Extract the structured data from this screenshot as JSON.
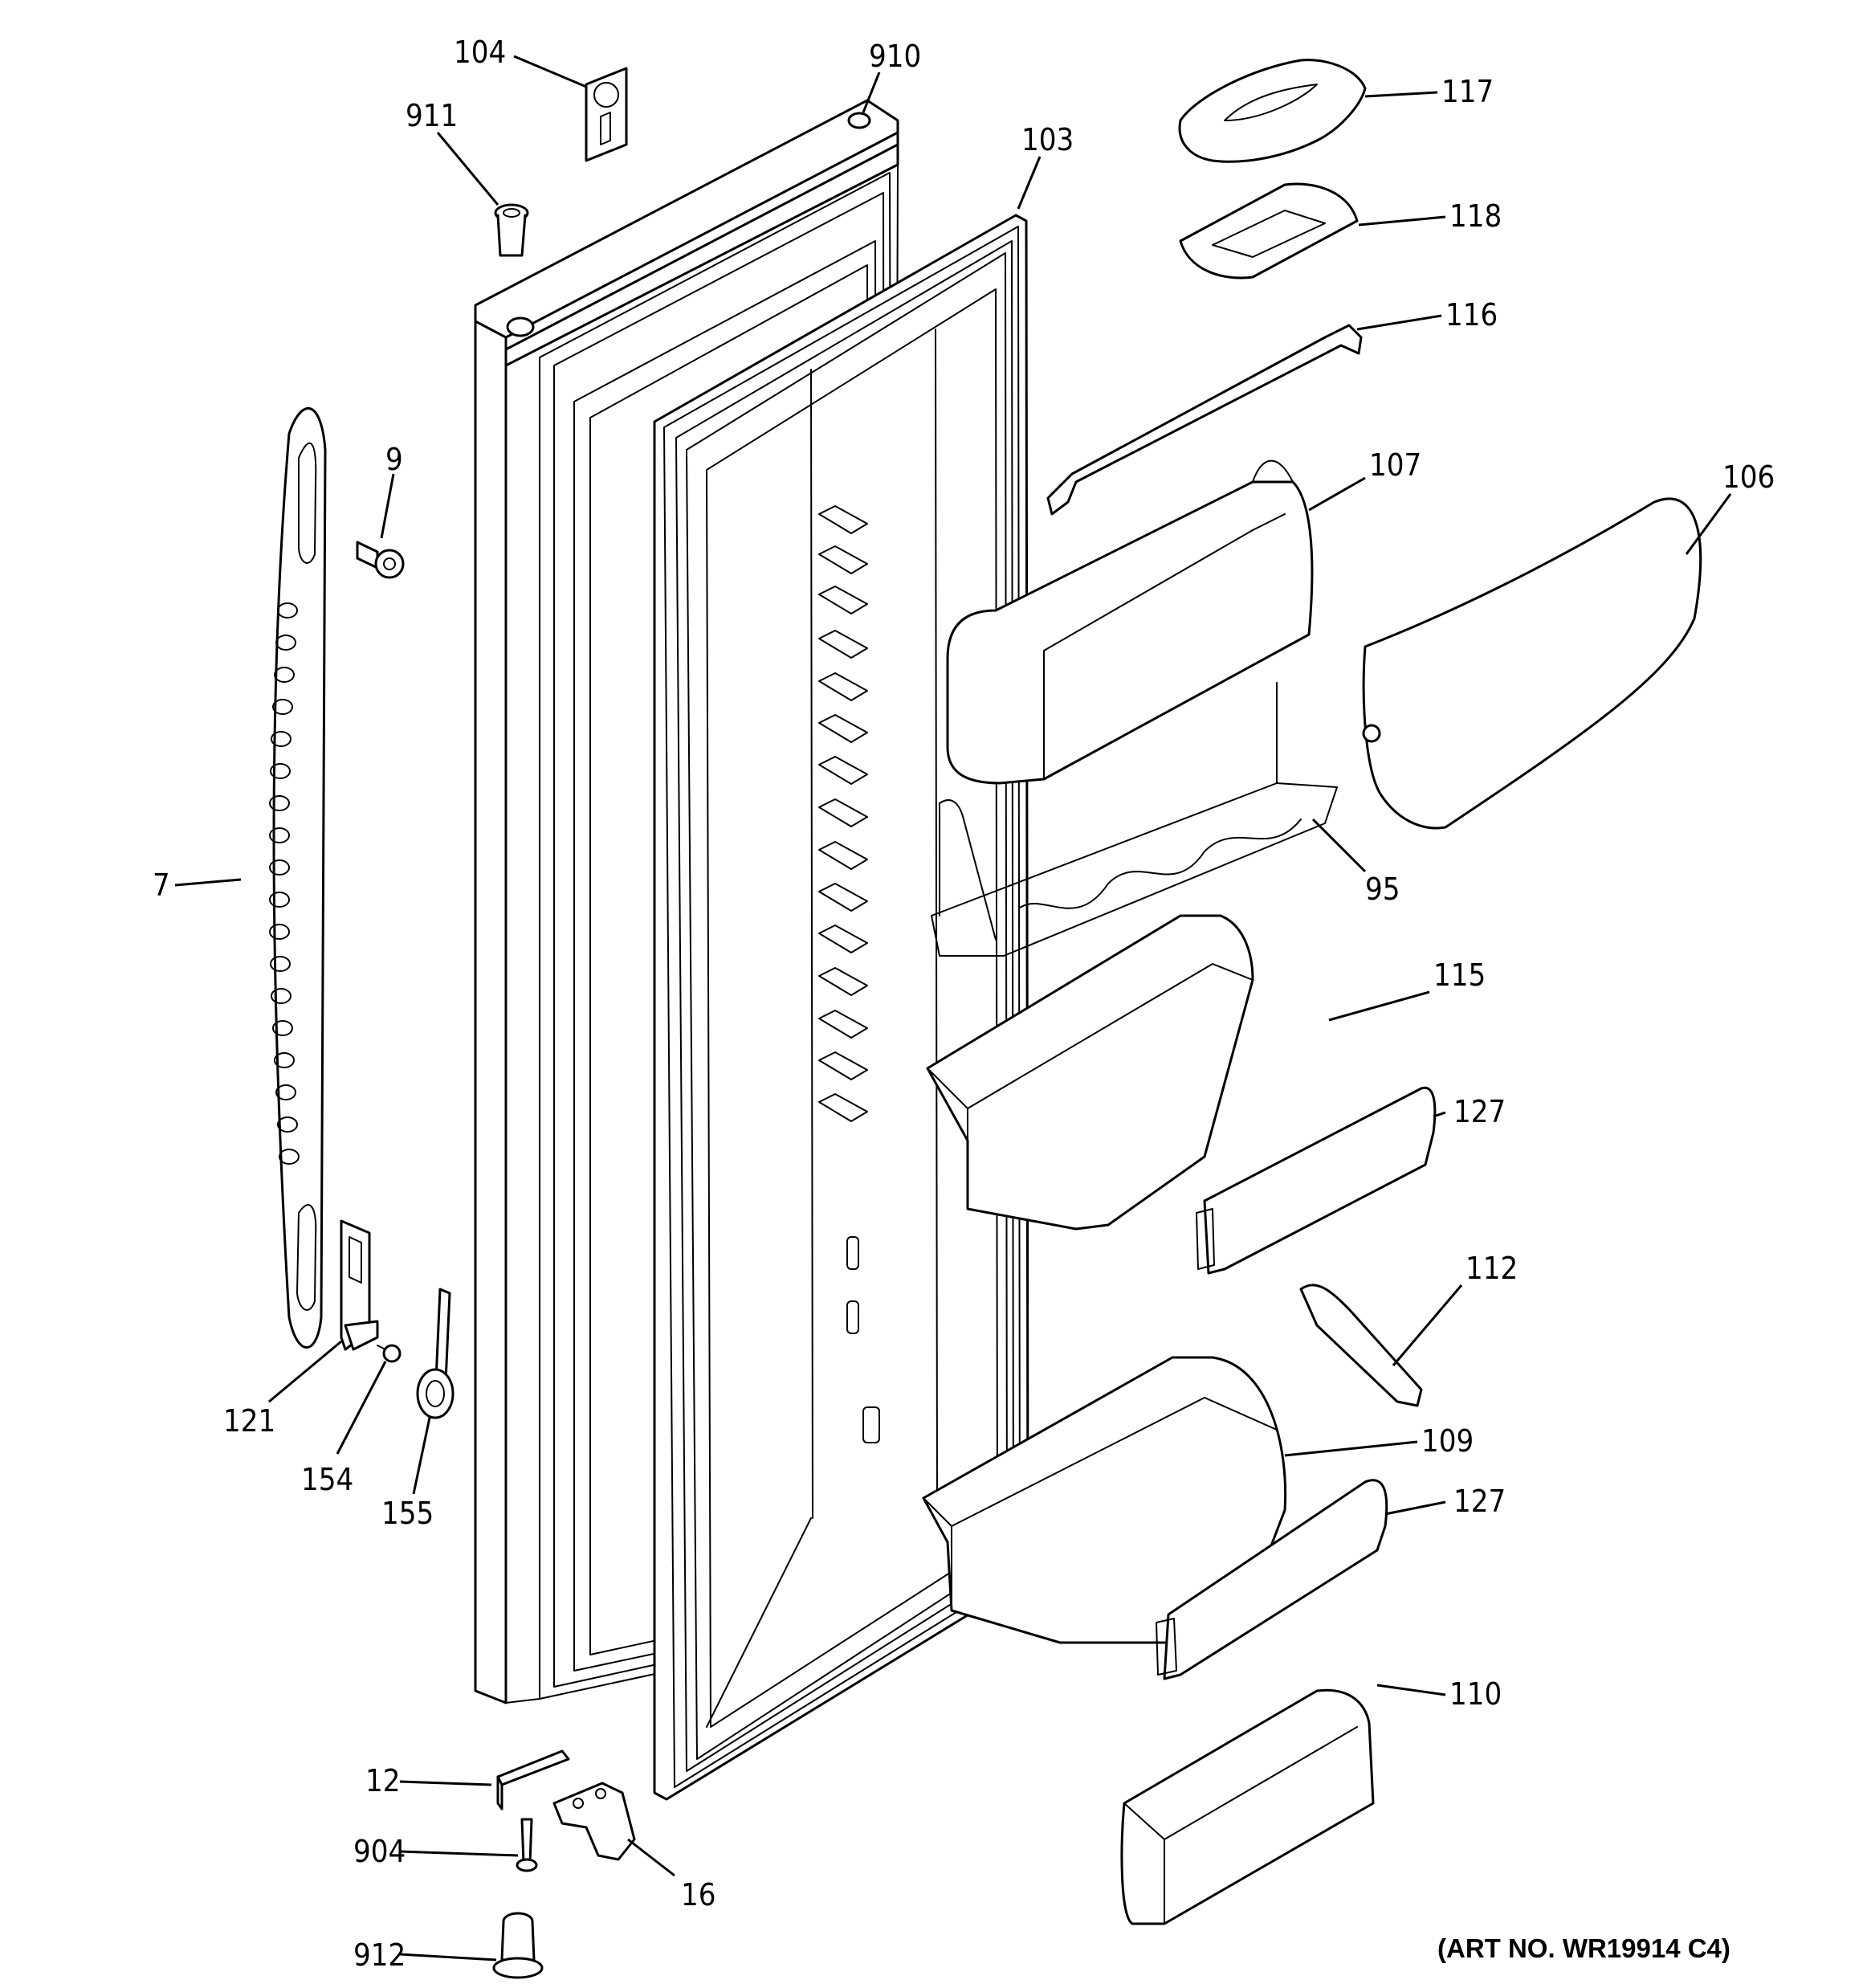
{
  "callouts": {
    "c104": "104",
    "c910": "910",
    "c911": "911",
    "c103": "103",
    "c117": "117",
    "c118": "118",
    "c116": "116",
    "c9": "9",
    "c107": "107",
    "c106": "106",
    "c7": "7",
    "c95": "95",
    "c115": "115",
    "c127a": "127",
    "c112": "112",
    "c121": "121",
    "c109": "109",
    "c154": "154",
    "c155": "155",
    "c127b": "127",
    "c110": "110",
    "c12": "12",
    "c904": "904",
    "c16": "16",
    "c912": "912"
  },
  "art_number": "(ART NO. WR19914 C4)"
}
